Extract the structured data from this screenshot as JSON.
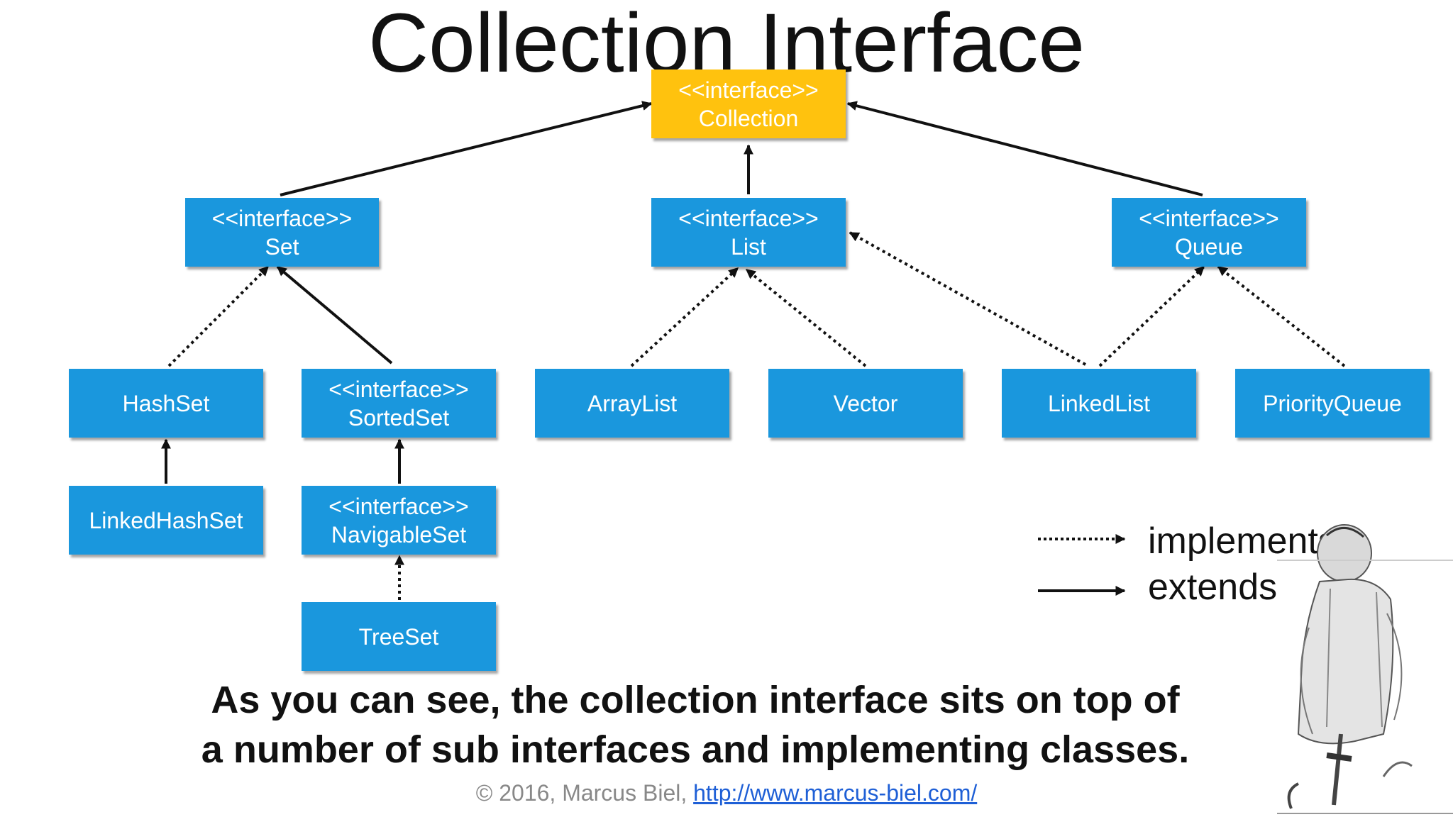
{
  "title": "Collection Interface",
  "nodes": {
    "collection": {
      "stereotype": "<<interface>>",
      "name": "Collection"
    },
    "set": {
      "stereotype": "<<interface>>",
      "name": "Set"
    },
    "list": {
      "stereotype": "<<interface>>",
      "name": "List"
    },
    "queue": {
      "stereotype": "<<interface>>",
      "name": "Queue"
    },
    "hashset": {
      "name": "HashSet"
    },
    "sortedset": {
      "stereotype": "<<interface>>",
      "name": "SortedSet"
    },
    "arraylist": {
      "name": "ArrayList"
    },
    "vector": {
      "name": "Vector"
    },
    "linkedlist": {
      "name": "LinkedList"
    },
    "priorityqueue": {
      "name": "PriorityQueue"
    },
    "linkedhashset": {
      "name": "LinkedHashSet"
    },
    "navigableset": {
      "stereotype": "<<interface>>",
      "name": "NavigableSet"
    },
    "treeset": {
      "name": "TreeSet"
    }
  },
  "legend": {
    "implements": "implements",
    "extends": "extends"
  },
  "caption": {
    "line1": "As you can see, the collection interface sits on top of",
    "line2": "a number of sub interfaces and implementing classes."
  },
  "footer": {
    "copyright": "© 2016, Marcus Biel,",
    "url": "http://www.marcus-biel.com/"
  },
  "colors": {
    "interface_box": "#1a97dd",
    "root_box": "#ffc20e",
    "box_text": "#ffffff"
  }
}
